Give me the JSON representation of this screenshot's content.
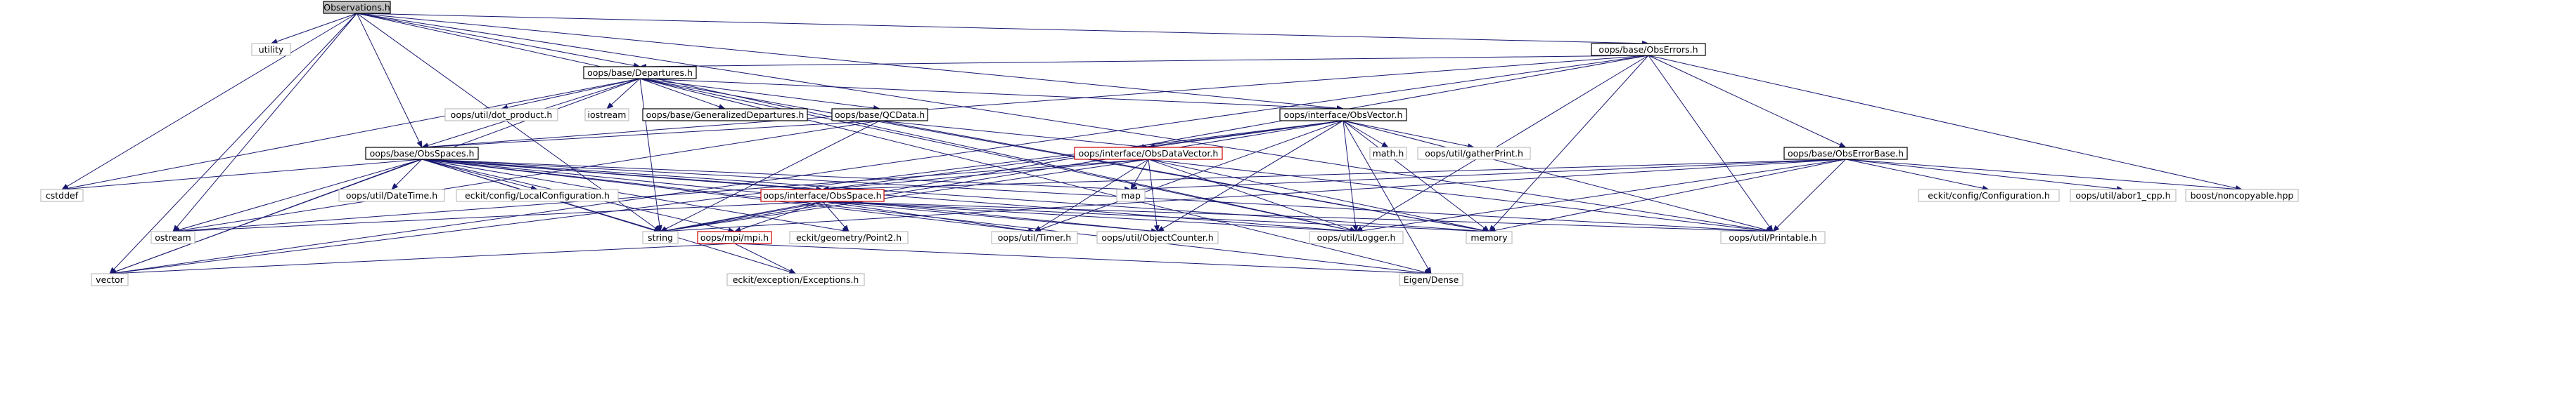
{
  "colors": {
    "edge": "#191970",
    "node_border_normal": "#000000",
    "node_border_red": "#cc0000",
    "node_border_grey": "#bfbfbf",
    "node_fill_root": "#bfbfbf",
    "node_fill": "#ffffff",
    "text": "#000000"
  },
  "nodes": [
    {
      "id": "observations-h",
      "label": "Observations.h",
      "kind": "root"
    },
    {
      "id": "utility",
      "label": "utility",
      "kind": "grey"
    },
    {
      "id": "obserrors-h",
      "label": "oops/base/ObsErrors.h",
      "kind": "normal"
    },
    {
      "id": "departures-h",
      "label": "oops/base/Departures.h",
      "kind": "normal"
    },
    {
      "id": "dot-product-h",
      "label": "oops/util/dot_product.h",
      "kind": "grey"
    },
    {
      "id": "iostream",
      "label": "iostream",
      "kind": "grey"
    },
    {
      "id": "generalized-departures-h",
      "label": "oops/base/GeneralizedDepartures.h",
      "kind": "normal"
    },
    {
      "id": "qcdata-h",
      "label": "oops/base/QCData.h",
      "kind": "normal"
    },
    {
      "id": "obsvector-h",
      "label": "oops/interface/ObsVector.h",
      "kind": "normal"
    },
    {
      "id": "math-h",
      "label": "math.h",
      "kind": "grey"
    },
    {
      "id": "gatherprint-h",
      "label": "oops/util/gatherPrint.h",
      "kind": "grey"
    },
    {
      "id": "obsdatavector-h",
      "label": "oops/interface/ObsDataVector.h",
      "kind": "red"
    },
    {
      "id": "obserrorbase-h",
      "label": "oops/base/ObsErrorBase.h",
      "kind": "normal"
    },
    {
      "id": "obsspaces-h",
      "label": "oops/base/ObsSpaces.h",
      "kind": "normal"
    },
    {
      "id": "cstddef",
      "label": "cstddef",
      "kind": "grey"
    },
    {
      "id": "datetime-h",
      "label": "oops/util/DateTime.h",
      "kind": "grey"
    },
    {
      "id": "localconfiguration-h",
      "label": "eckit/config/LocalConfiguration.h",
      "kind": "grey"
    },
    {
      "id": "obsspace-h",
      "label": "oops/interface/ObsSpace.h",
      "kind": "red"
    },
    {
      "id": "map",
      "label": "map",
      "kind": "grey"
    },
    {
      "id": "configuration-h",
      "label": "eckit/config/Configuration.h",
      "kind": "grey"
    },
    {
      "id": "abor1-cpp-h",
      "label": "oops/util/abor1_cpp.h",
      "kind": "grey"
    },
    {
      "id": "noncopyable-hpp",
      "label": "boost/noncopyable.hpp",
      "kind": "grey"
    },
    {
      "id": "ostream",
      "label": "ostream",
      "kind": "grey"
    },
    {
      "id": "string",
      "label": "string",
      "kind": "grey"
    },
    {
      "id": "mpi-h",
      "label": "oops/mpi/mpi.h",
      "kind": "red"
    },
    {
      "id": "point2-h",
      "label": "eckit/geometry/Point2.h",
      "kind": "grey"
    },
    {
      "id": "timer-h",
      "label": "oops/util/Timer.h",
      "kind": "grey"
    },
    {
      "id": "objectcounter-h",
      "label": "oops/util/ObjectCounter.h",
      "kind": "grey"
    },
    {
      "id": "logger-h",
      "label": "oops/util/Logger.h",
      "kind": "grey"
    },
    {
      "id": "memory",
      "label": "memory",
      "kind": "grey"
    },
    {
      "id": "printable-h",
      "label": "oops/util/Printable.h",
      "kind": "grey"
    },
    {
      "id": "vector",
      "label": "vector",
      "kind": "grey"
    },
    {
      "id": "exceptions-h",
      "label": "eckit/exception/Exceptions.h",
      "kind": "grey"
    },
    {
      "id": "eigen-dense",
      "label": "Eigen/Dense",
      "kind": "grey"
    }
  ],
  "edges": [
    [
      "observations-h",
      "utility"
    ],
    [
      "observations-h",
      "obserrors-h"
    ],
    [
      "observations-h",
      "departures-h"
    ],
    [
      "observations-h",
      "obsvector-h"
    ],
    [
      "observations-h",
      "obsspaces-h"
    ],
    [
      "observations-h",
      "cstddef"
    ],
    [
      "observations-h",
      "ostream"
    ],
    [
      "observations-h",
      "string"
    ],
    [
      "observations-h",
      "vector"
    ],
    [
      "observations-h",
      "logger-h"
    ],
    [
      "observations-h",
      "printable-h"
    ],
    [
      "obserrors-h",
      "departures-h"
    ],
    [
      "obserrors-h",
      "obserrorbase-h"
    ],
    [
      "obserrors-h",
      "obsspaces-h"
    ],
    [
      "obserrors-h",
      "noncopyable-hpp"
    ],
    [
      "obserrors-h",
      "logger-h"
    ],
    [
      "obserrors-h",
      "memory"
    ],
    [
      "obserrors-h",
      "printable-h"
    ],
    [
      "obserrors-h",
      "vector"
    ],
    [
      "obserrors-h",
      "string"
    ],
    [
      "departures-h",
      "dot-product-h"
    ],
    [
      "departures-h",
      "iostream"
    ],
    [
      "departures-h",
      "generalized-departures-h"
    ],
    [
      "departures-h",
      "qcdata-h"
    ],
    [
      "departures-h",
      "obsvector-h"
    ],
    [
      "departures-h",
      "obsspaces-h"
    ],
    [
      "departures-h",
      "cstddef"
    ],
    [
      "departures-h",
      "string"
    ],
    [
      "departures-h",
      "vector"
    ],
    [
      "departures-h",
      "logger-h"
    ],
    [
      "departures-h",
      "memory"
    ],
    [
      "departures-h",
      "eigen-dense"
    ],
    [
      "qcdata-h",
      "obsdatavector-h"
    ],
    [
      "qcdata-h",
      "obsspaces-h"
    ],
    [
      "qcdata-h",
      "memory"
    ],
    [
      "qcdata-h",
      "string"
    ],
    [
      "qcdata-h",
      "ostream"
    ],
    [
      "obsvector-h",
      "math-h"
    ],
    [
      "obsvector-h",
      "gatherprint-h"
    ],
    [
      "obsvector-h",
      "obsdatavector-h"
    ],
    [
      "obsvector-h",
      "obsspace-h"
    ],
    [
      "obsvector-h",
      "logger-h"
    ],
    [
      "obsvector-h",
      "objectcounter-h"
    ],
    [
      "obsvector-h",
      "timer-h"
    ],
    [
      "obsvector-h",
      "printable-h"
    ],
    [
      "obsvector-h",
      "memory"
    ],
    [
      "obsvector-h",
      "vector"
    ],
    [
      "obsvector-h",
      "eigen-dense"
    ],
    [
      "obsvector-h",
      "string"
    ],
    [
      "obsdatavector-h",
      "obsspace-h"
    ],
    [
      "obsdatavector-h",
      "ostream"
    ],
    [
      "obsdatavector-h",
      "string"
    ],
    [
      "obsdatavector-h",
      "map"
    ],
    [
      "obsdatavector-h",
      "logger-h"
    ],
    [
      "obsdatavector-h",
      "objectcounter-h"
    ],
    [
      "obsdatavector-h",
      "timer-h"
    ],
    [
      "obsdatavector-h",
      "printable-h"
    ],
    [
      "obsdatavector-h",
      "memory"
    ],
    [
      "obserrorbase-h",
      "configuration-h"
    ],
    [
      "obserrorbase-h",
      "abor1-cpp-h"
    ],
    [
      "obserrorbase-h",
      "noncopyable-hpp"
    ],
    [
      "obserrorbase-h",
      "obsspace-h"
    ],
    [
      "obserrorbase-h",
      "map"
    ],
    [
      "obserrorbase-h",
      "logger-h"
    ],
    [
      "obserrorbase-h",
      "memory"
    ],
    [
      "obserrorbase-h",
      "printable-h"
    ],
    [
      "obserrorbase-h",
      "string"
    ],
    [
      "obsspaces-h",
      "cstddef"
    ],
    [
      "obsspaces-h",
      "datetime-h"
    ],
    [
      "obsspaces-h",
      "localconfiguration-h"
    ],
    [
      "obsspaces-h",
      "obsspace-h"
    ],
    [
      "obsspaces-h",
      "map"
    ],
    [
      "obsspaces-h",
      "ostream"
    ],
    [
      "obsspaces-h",
      "string"
    ],
    [
      "obsspaces-h",
      "mpi-h"
    ],
    [
      "obsspaces-h",
      "point2-h"
    ],
    [
      "obsspaces-h",
      "timer-h"
    ],
    [
      "obsspaces-h",
      "objectcounter-h"
    ],
    [
      "obsspaces-h",
      "logger-h"
    ],
    [
      "obsspaces-h",
      "memory"
    ],
    [
      "obsspaces-h",
      "printable-h"
    ],
    [
      "obsspaces-h",
      "vector"
    ],
    [
      "obsspaces-h",
      "exceptions-h"
    ],
    [
      "obsspaces-h",
      "eigen-dense"
    ],
    [
      "obsspace-h",
      "ostream"
    ],
    [
      "obsspace-h",
      "string"
    ],
    [
      "obsspace-h",
      "mpi-h"
    ],
    [
      "obsspace-h",
      "point2-h"
    ],
    [
      "obsspace-h",
      "timer-h"
    ],
    [
      "obsspace-h",
      "objectcounter-h"
    ],
    [
      "obsspace-h",
      "logger-h"
    ],
    [
      "obsspace-h",
      "memory"
    ],
    [
      "obsspace-h",
      "printable-h"
    ],
    [
      "mpi-h",
      "vector"
    ],
    [
      "mpi-h",
      "exceptions-h"
    ],
    [
      "mpi-h",
      "eigen-dense"
    ]
  ]
}
